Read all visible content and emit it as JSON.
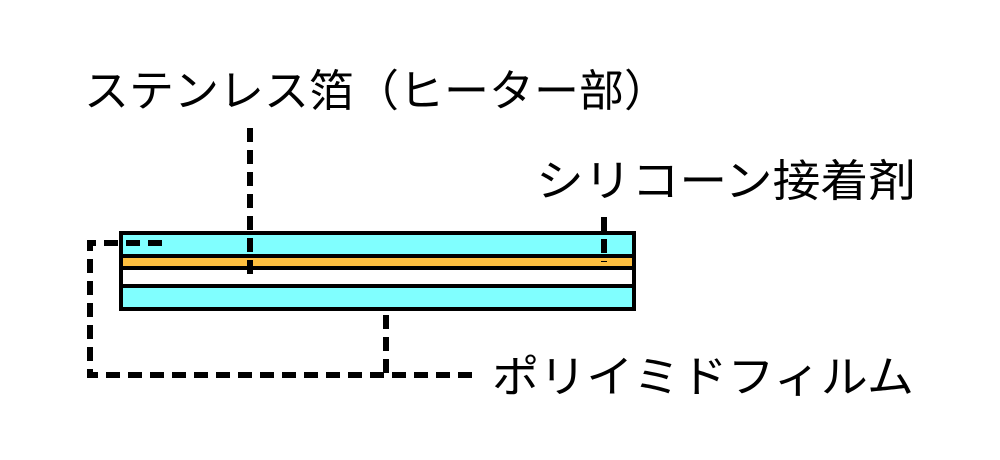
{
  "labels": {
    "stainless_foil": "ステンレス箔（ヒーター部）",
    "silicone_adhesive": "シリコーン接着剤",
    "polyimide_film": "ポリイミドフィルム"
  },
  "colors": {
    "polyimide_layer": "#80ffff",
    "stainless_layer": "#ffc040",
    "adhesive_layer": "#ffffff",
    "outline": "#000000",
    "leader_line": "#000000"
  }
}
